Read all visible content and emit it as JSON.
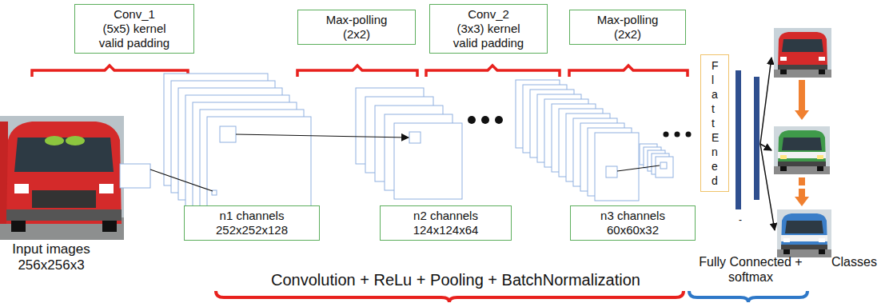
{
  "diagram": {
    "nodes": [
      {
        "text": [
          "Conv_1",
          "(5x5) kernel valid padding"
        ]
      },
      {
        "text": [
          "Max-polling (2x2)"
        ]
      },
      {
        "text": [
          "Conv_2",
          "(3x3) kernel valid padding"
        ]
      },
      {
        "text": [
          "Max-polling (2x2)"
        ]
      },
      {
        "text": [
          "n1 channels 252x252x128"
        ]
      },
      {
        "text": [
          "n2 channels 124x124x64"
        ]
      },
      {
        "text": [
          "n3 channels 60x60x32"
        ]
      },
      {
        "text": [
          "FlattEned"
        ]
      }
    ],
    "labels": [
      "Input images 256x256x3",
      "Convolution + ReLu + Pooling + BatchNormalization",
      "Fully Connected + softmax",
      "Classes",
      "-"
    ]
  }
}
